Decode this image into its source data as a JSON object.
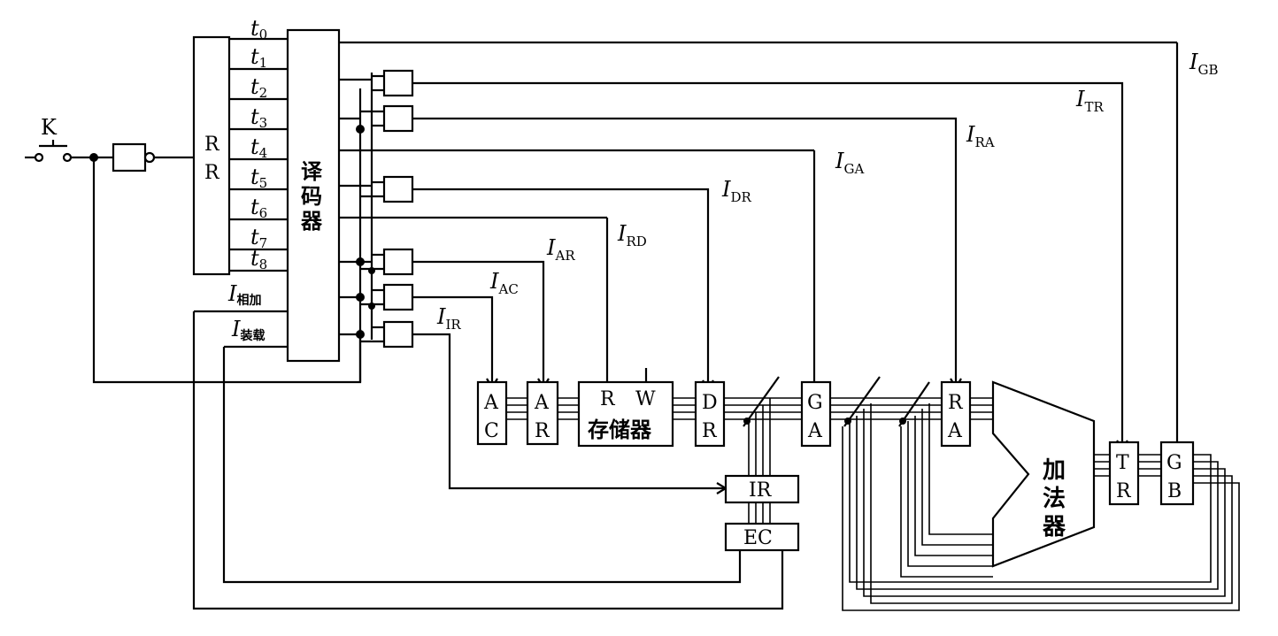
{
  "switch_label": "K",
  "ring": {
    "r1": "R",
    "r2": "R"
  },
  "tick_label": "t",
  "ticks": [
    "0",
    "1",
    "2",
    "3",
    "4",
    "5",
    "6",
    "7",
    "8"
  ],
  "decoder": [
    "译",
    "码",
    "器"
  ],
  "op_add": {
    "main": "I",
    "sub": "相加"
  },
  "op_load": {
    "main": "I",
    "sub": "装载"
  },
  "signals": {
    "GB": {
      "main": "I",
      "sub": "GB"
    },
    "TR": {
      "main": "I",
      "sub": "TR"
    },
    "RA": {
      "main": "I",
      "sub": "RA"
    },
    "GA": {
      "main": "I",
      "sub": "GA"
    },
    "DR": {
      "main": "I",
      "sub": "DR"
    },
    "RD": {
      "main": "I",
      "sub": "RD"
    },
    "AR": {
      "main": "I",
      "sub": "AR"
    },
    "AC": {
      "main": "I",
      "sub": "AC"
    },
    "IR": {
      "main": "I",
      "sub": "IR"
    }
  },
  "regs": {
    "AC": [
      "A",
      "C"
    ],
    "AR": [
      "A",
      "R"
    ],
    "DR": [
      "D",
      "R"
    ],
    "GA": [
      "G",
      "A"
    ],
    "RA": [
      "R",
      "A"
    ],
    "TR": [
      "T",
      "R"
    ],
    "GB": [
      "G",
      "B"
    ]
  },
  "memory": {
    "r": "R",
    "w": "W",
    "name": "存储器"
  },
  "ir_box": "IR",
  "ec_box": "EC",
  "adder": [
    "加",
    "法",
    "器"
  ]
}
